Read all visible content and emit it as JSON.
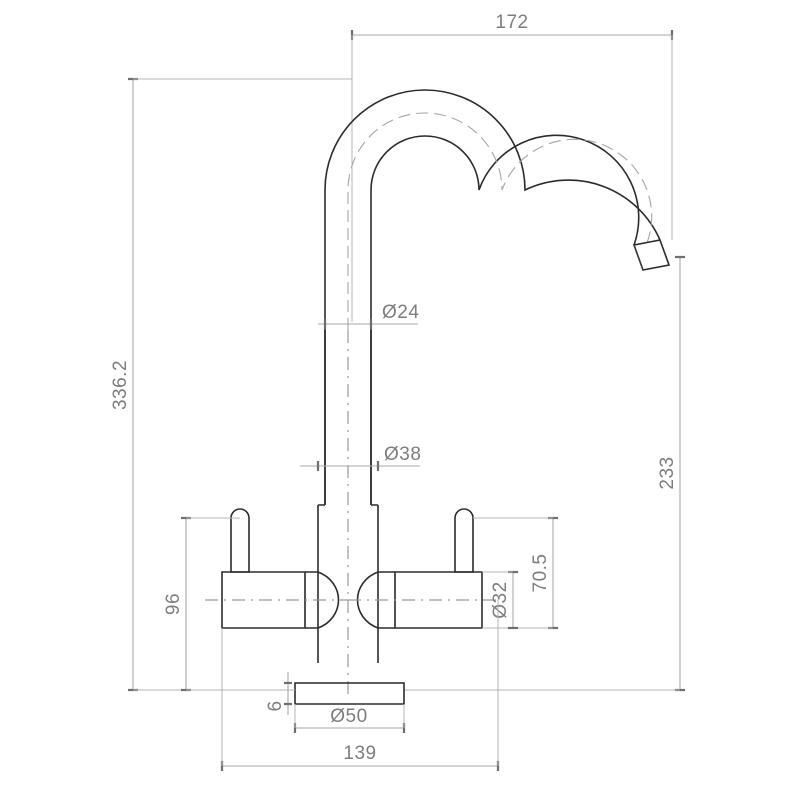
{
  "drawing": {
    "title": "Kitchen mixer tap dimensioned elevation",
    "type": "technical-engineering-drawing",
    "units": "mm",
    "background_color": "#ffffff",
    "outline_color": "#2b2b2b",
    "dimension_color": "#a8a8a8",
    "dimension_text_color": "#7d7d7d",
    "centerline_color": "#9a9a9a"
  },
  "dimensions": {
    "spout_reach": {
      "label": "172",
      "position": "top",
      "orientation": "horizontal"
    },
    "overall_height": {
      "label": "336.2",
      "position": "left-outer",
      "orientation": "vertical-rotated"
    },
    "spout_tube_diameter": {
      "label": "Ø24",
      "position": "upper-riser",
      "orientation": "horizontal-leader"
    },
    "body_diameter": {
      "label": "Ø38",
      "position": "lower-riser",
      "orientation": "horizontal-leader"
    },
    "spout_outlet_height": {
      "label": "233",
      "position": "right-outer",
      "orientation": "vertical-rotated"
    },
    "handle_assembly_height": {
      "label": "70.5",
      "position": "right-inner",
      "orientation": "vertical-rotated"
    },
    "handle_body_diameter": {
      "label": "Ø32",
      "position": "right-handle",
      "orientation": "vertical-rotated"
    },
    "handle_top_to_base": {
      "label": "96",
      "position": "left-inner",
      "orientation": "vertical-rotated"
    },
    "base_plate_thickness": {
      "label": "6",
      "position": "base-left",
      "orientation": "vertical-rotated"
    },
    "base_plate_diameter": {
      "label": "Ø50",
      "position": "base-center",
      "orientation": "horizontal"
    },
    "handle_spread": {
      "label": "139",
      "position": "bottom",
      "orientation": "horizontal"
    }
  },
  "features": [
    {
      "name": "gooseneck-spout",
      "description": "C-shaped curved spout arc"
    },
    {
      "name": "spout-outlet",
      "description": "angled aerator outlet tip"
    },
    {
      "name": "vertical-riser",
      "description": "straight vertical tube column"
    },
    {
      "name": "left-handle",
      "description": "left lever handle with cylindrical body"
    },
    {
      "name": "right-handle",
      "description": "right lever handle with cylindrical body"
    },
    {
      "name": "base-plate",
      "description": "round escutcheon mounting base"
    }
  ]
}
